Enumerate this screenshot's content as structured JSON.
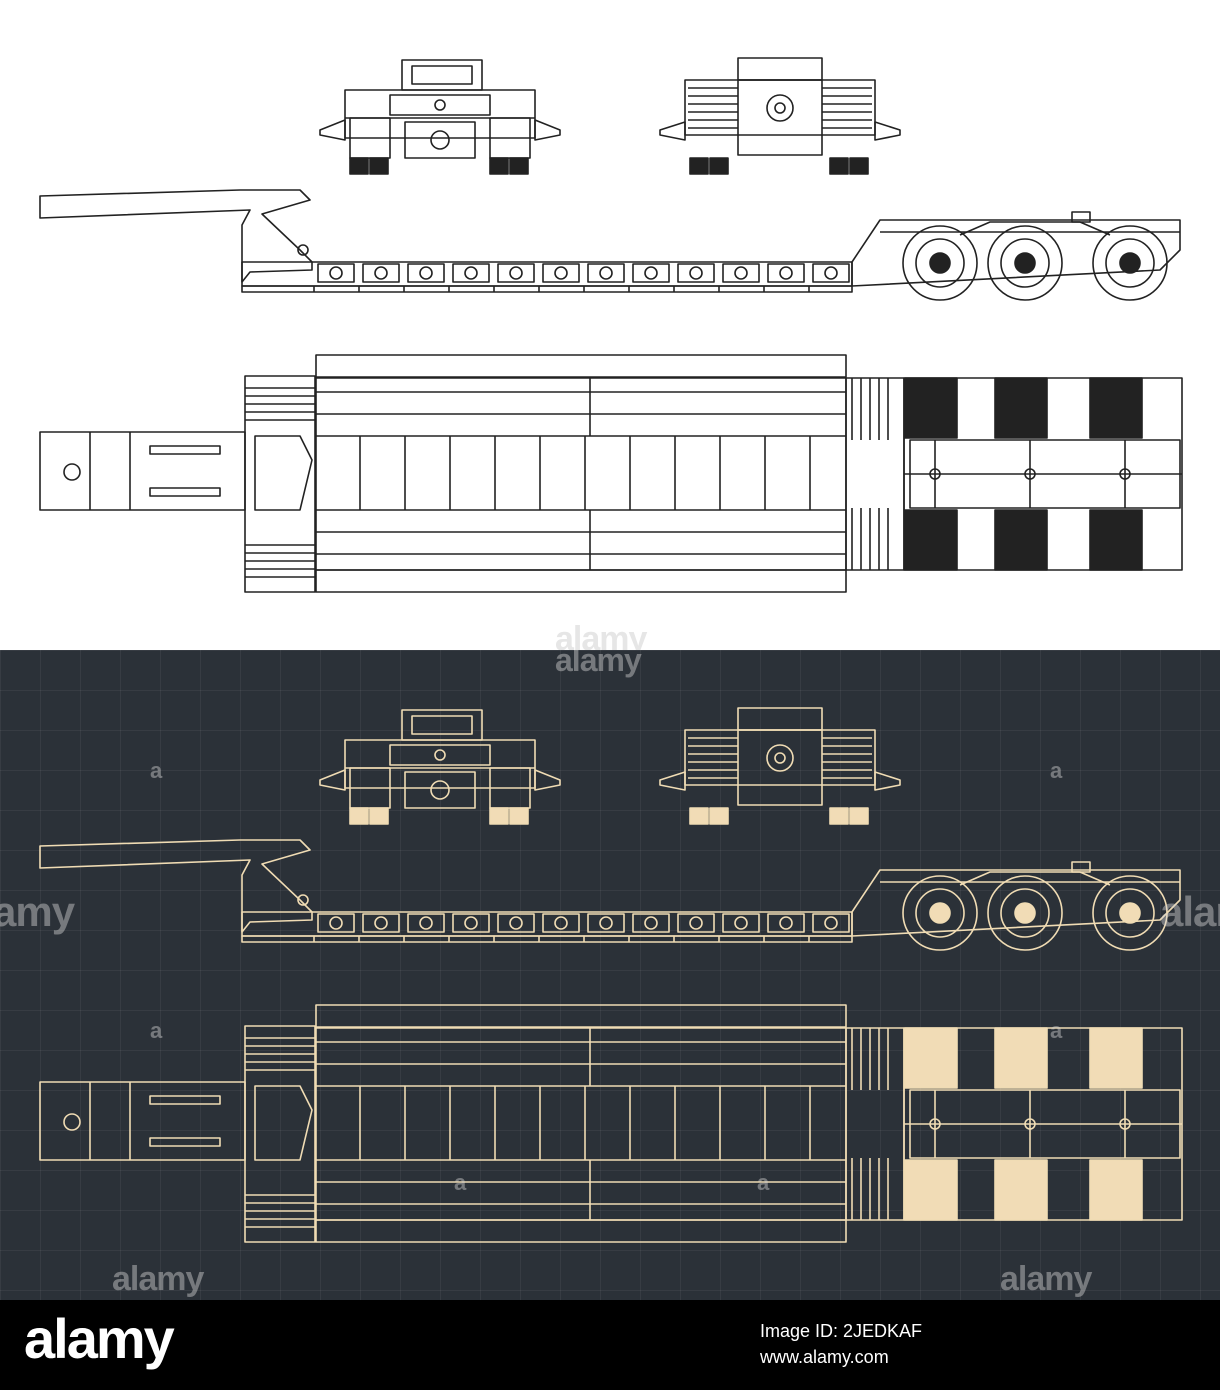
{
  "watermark": {
    "brand": "alamy",
    "glyph": "a"
  },
  "palette": {
    "light_bg": "#ffffff",
    "light_line": "#222222",
    "dark_bg": "#2b3138",
    "dark_line": "#f0dcb4",
    "dark_fill": "#f1dcb6",
    "footer_bg": "#000000"
  },
  "views": [
    "front-view",
    "rear-view",
    "side-view",
    "top-view"
  ],
  "footer": {
    "logo": "alamy",
    "image_id_line": "Image ID: 2JEDKAF",
    "url_line": "www.alamy.com"
  }
}
